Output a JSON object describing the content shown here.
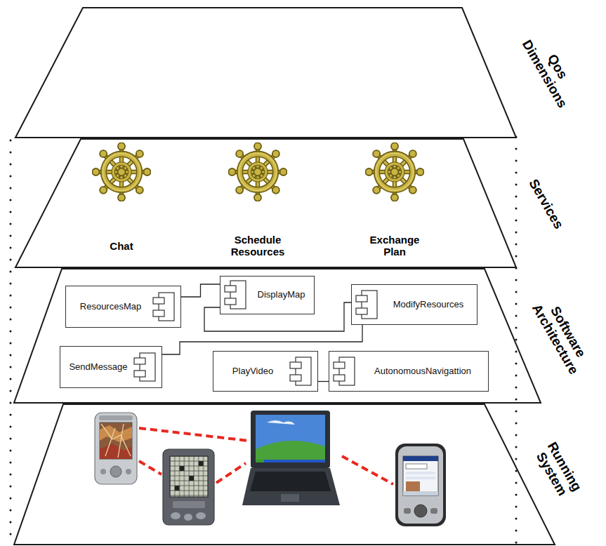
{
  "diagram": {
    "nodes": [
      {
        "text": [
          "Qos Dimensions"
        ]
      },
      {
        "text": [
          "Services"
        ]
      },
      {
        "text": [
          "Chat"
        ],
        "in": 1
      },
      {
        "text": [
          "Schedule Resources"
        ],
        "in": 1
      },
      {
        "text": [
          "Exchange Plan"
        ],
        "in": 1
      },
      {
        "text": [
          "Software Architecture"
        ]
      },
      {
        "text": [
          "ResourcesMap"
        ],
        "in": 5
      },
      {
        "text": [
          "DisplayMap"
        ],
        "in": 5
      },
      {
        "text": [
          "ModifyResources"
        ],
        "in": 5
      },
      {
        "text": [
          "SendMessage"
        ],
        "in": 5
      },
      {
        "text": [
          "PlayVideo"
        ],
        "in": 5
      },
      {
        "text": [
          "AutonomousNavigattion"
        ],
        "in": 5
      },
      {
        "text": [
          "Running System"
        ]
      }
    ],
    "edges": [
      {
        "from": 6,
        "to": 7,
        "arrow": "none"
      },
      {
        "from": 7,
        "to": 8,
        "arrow": "none"
      },
      {
        "from": 9,
        "to": 8,
        "arrow": "none"
      },
      {
        "from": 10,
        "to": 11,
        "arrow": "none"
      }
    ]
  }
}
